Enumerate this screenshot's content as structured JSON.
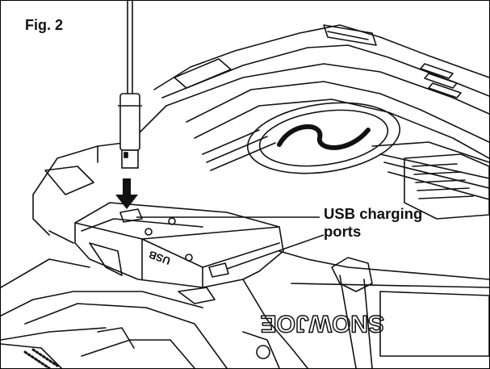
{
  "figure": {
    "label": "Fig. 2",
    "callout_line1": "USB charging",
    "callout_line2": "ports",
    "usb_embossed": "USB",
    "brand_embossed": "SNOWJOE"
  },
  "colors": {
    "ink": "#111111",
    "background": "#ffffff"
  }
}
